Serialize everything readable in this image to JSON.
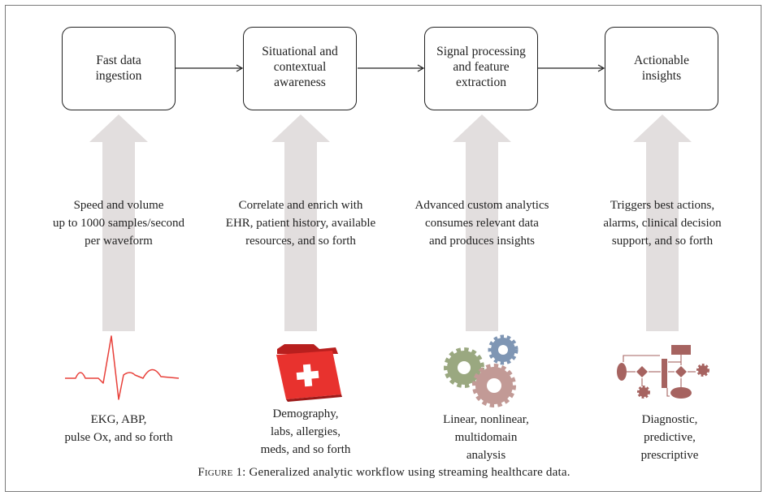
{
  "stages": [
    {
      "box_label": "Fast data\ningestion",
      "description": "Speed and volume\nup to 1000 samples/second\nper waveform",
      "source_label": "EKG, ABP,\npulse Ox, and so forth",
      "icon": "ekg-waveform-icon"
    },
    {
      "box_label": "Situational and\ncontextual\nawareness",
      "description": "Correlate and enrich with\nEHR, patient history, available\nresources, and so forth",
      "source_label": "Demography,\nlabs, allergies,\nmeds, and so forth",
      "icon": "medical-folder-icon"
    },
    {
      "box_label": "Signal processing\nand feature\nextraction",
      "description": "Advanced custom analytics\nconsumes relevant data\nand produces insights",
      "source_label": "Linear, nonlinear,\nmultidomain\nanalysis",
      "icon": "gears-icon"
    },
    {
      "box_label": "Actionable\ninsights",
      "description": "Triggers best actions,\nalarms, clinical decision\nsupport, and so forth",
      "source_label": "Diagnostic,\npredictive,\nprescriptive",
      "icon": "decision-flowchart-icon"
    }
  ],
  "caption": {
    "figure_label": "Figure 1:",
    "text": "Generalized analytic workflow using streaming healthcare data."
  },
  "colors": {
    "upward_arrow": "#e2dede",
    "ekg_line": "#e8403a",
    "folder": "#e8322e",
    "gear_green": "#9aa880",
    "gear_blue": "#7f96b4",
    "gear_rose": "#c29a96",
    "flowchart": "#a66360"
  }
}
